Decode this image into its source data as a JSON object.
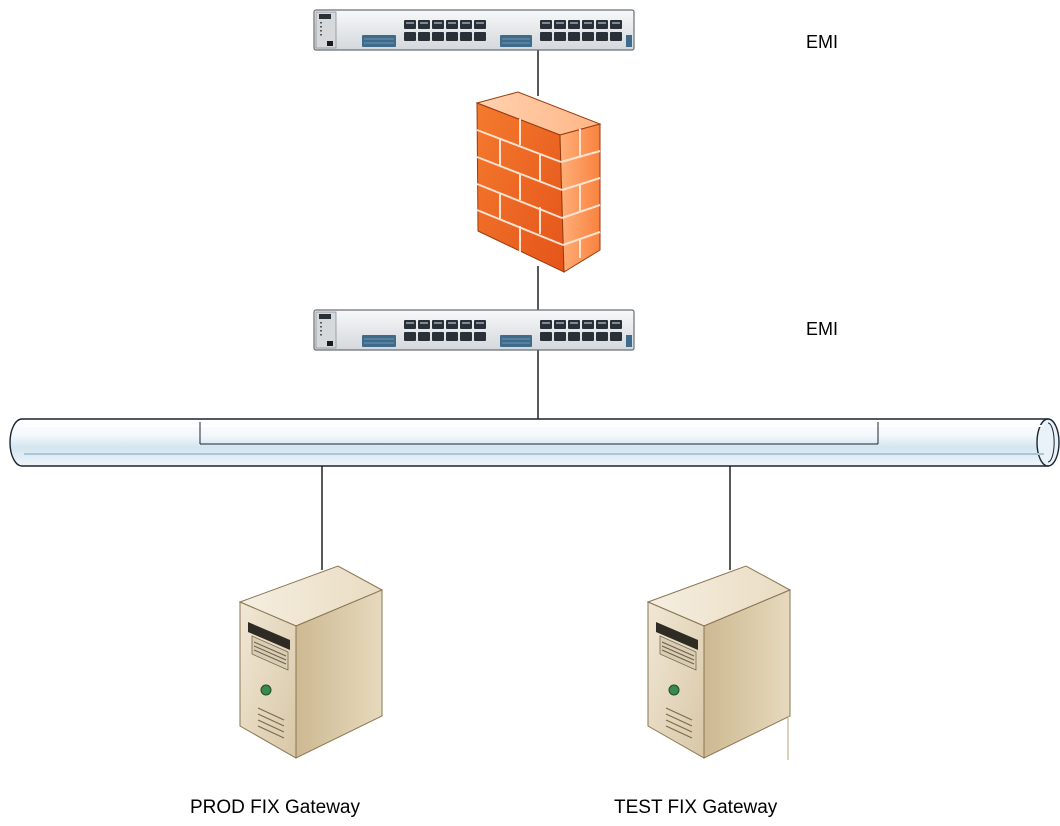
{
  "labels": {
    "switch_top": "EMI",
    "switch_mid": "EMI",
    "server_prod": "PROD FIX Gateway",
    "server_test": "TEST FIX Gateway"
  },
  "icons": {
    "switch_top": "network-switch-icon",
    "firewall": "firewall-icon",
    "switch_mid": "network-switch-icon",
    "bus": "network-bus-icon",
    "server_prod": "tower-server-icon",
    "server_test": "tower-server-icon"
  },
  "colors": {
    "switch_body": "#eef0f2",
    "switch_port_dark": "#2a3038",
    "switch_accent": "#3f6b8a",
    "firewall_front": "#f26a21",
    "firewall_side": "#ff9b5a",
    "bus": "#d8e8f2",
    "server_body": "#e8dcc5",
    "server_side": "#c9b48f"
  }
}
